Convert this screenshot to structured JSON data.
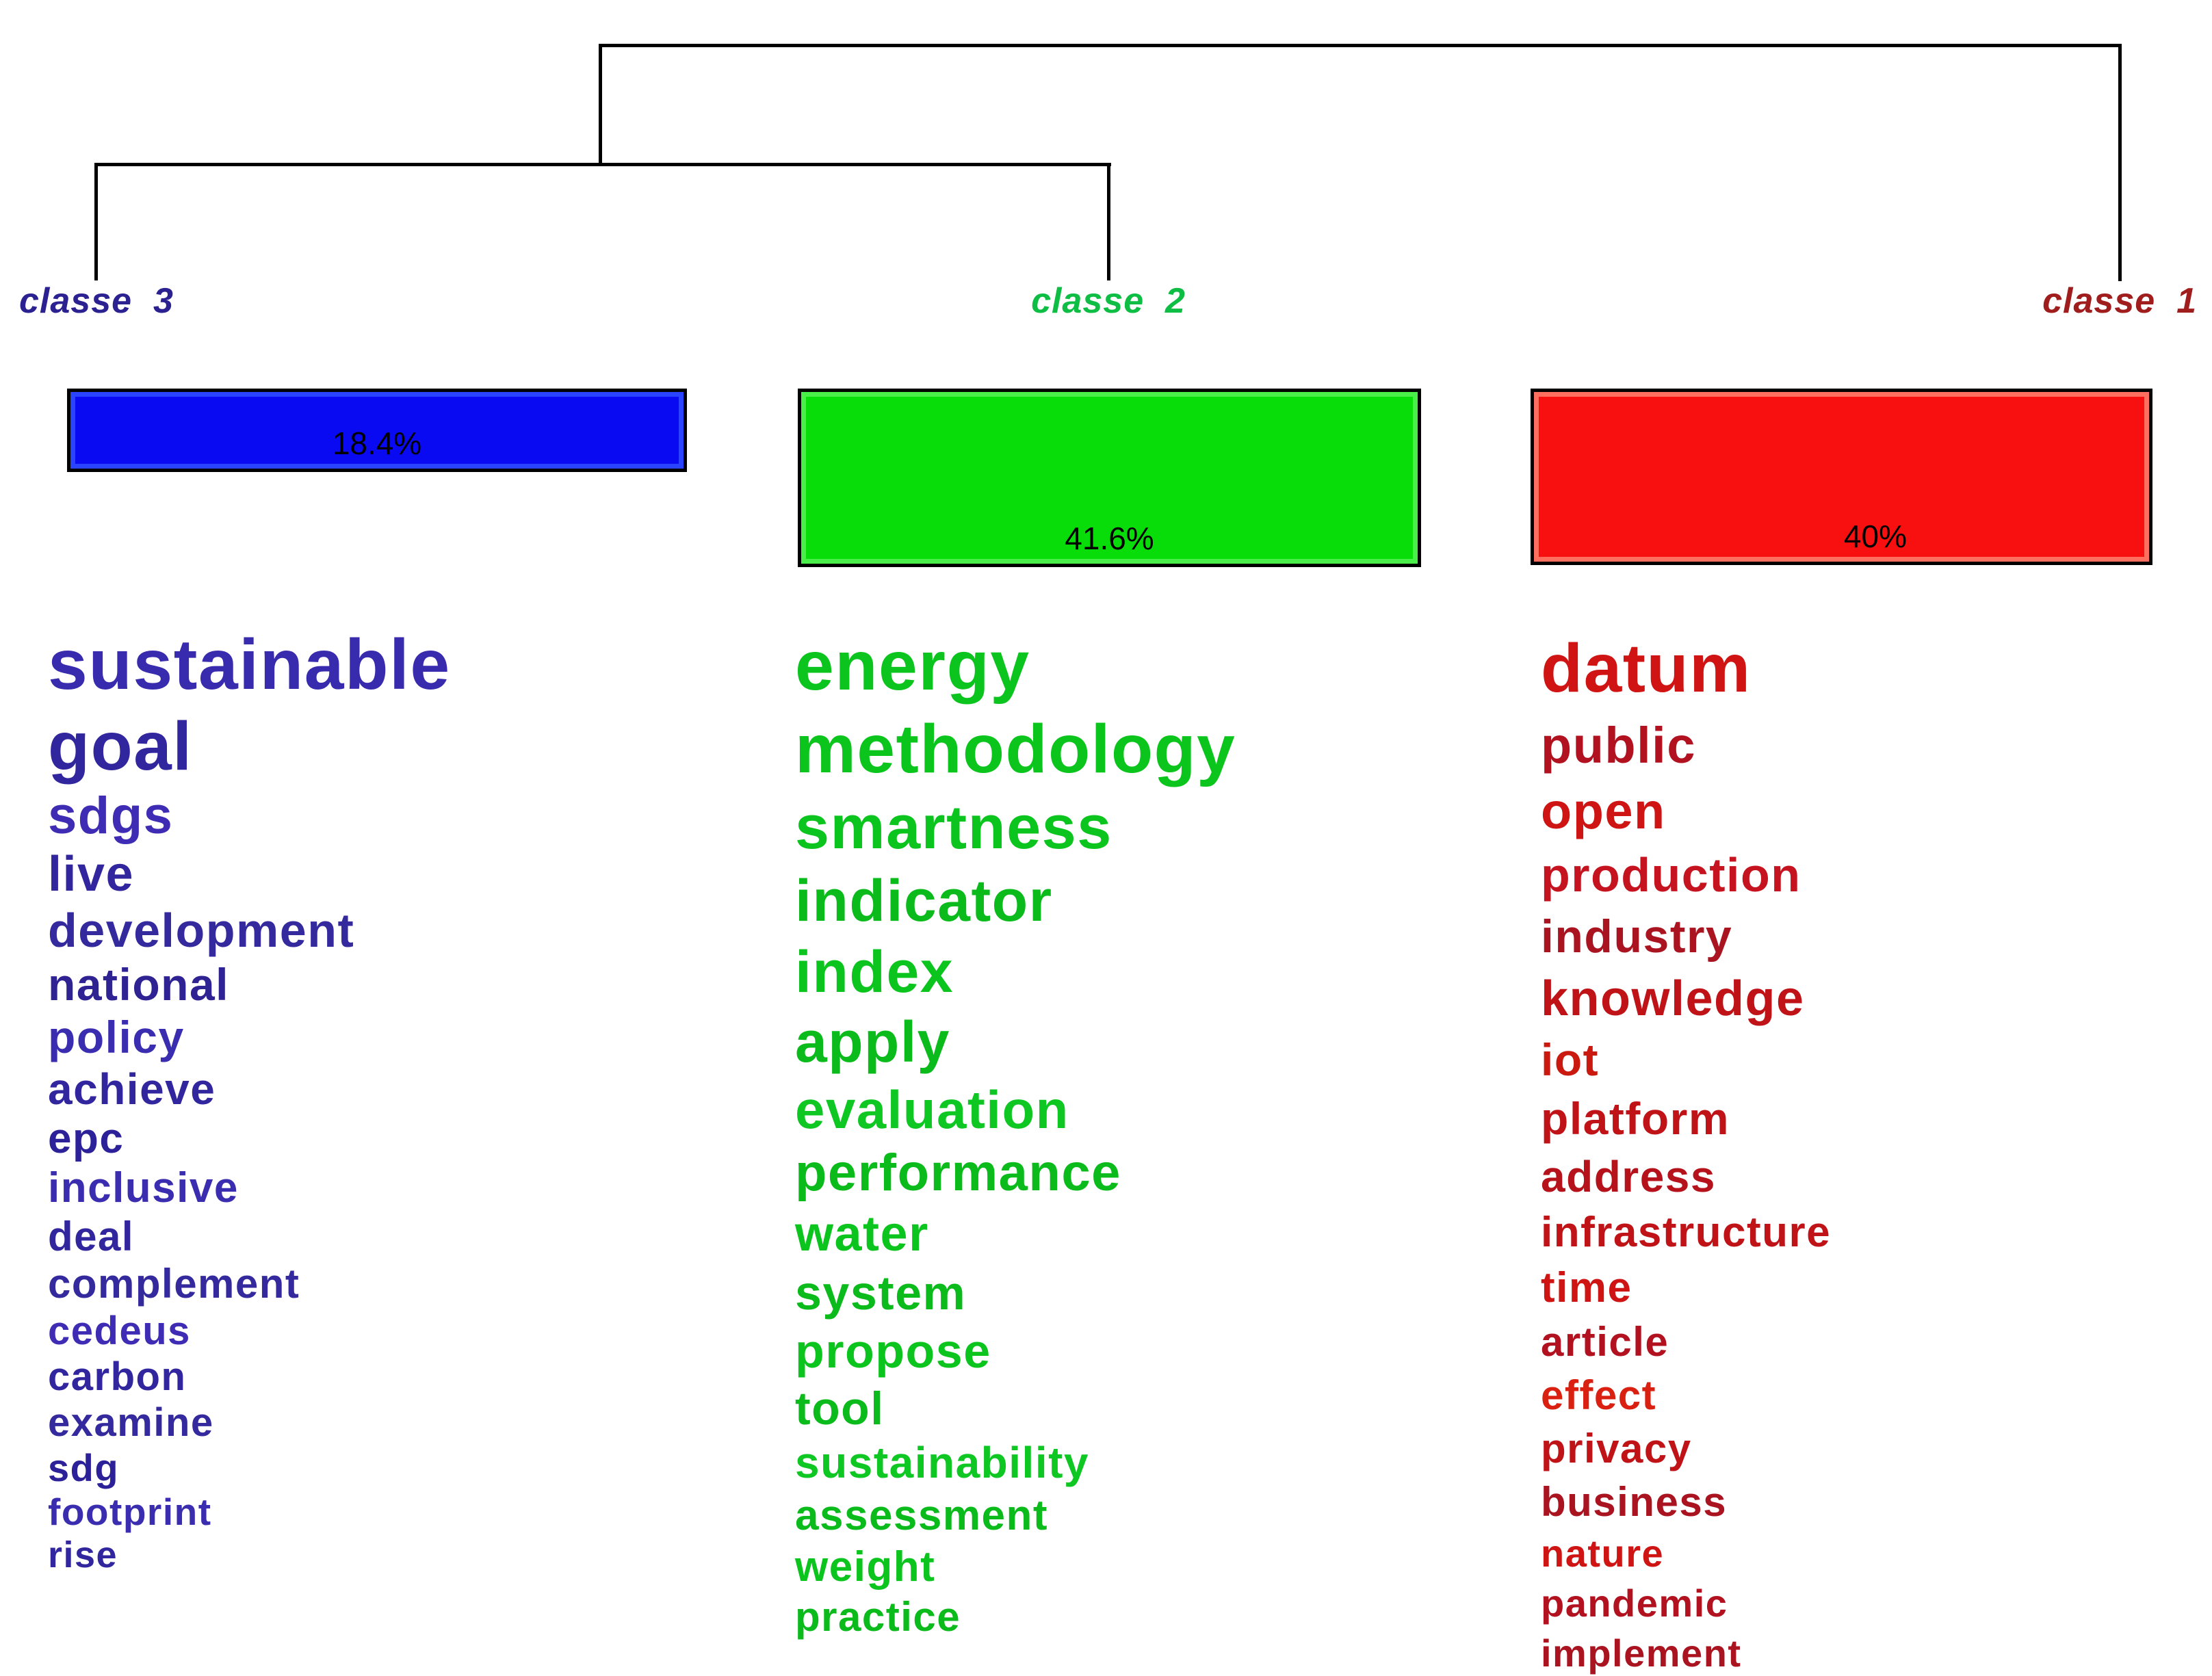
{
  "diagram": {
    "title": "Descending hierarchical classification dendrogram with word clouds",
    "background_color": "#ffffff",
    "dendrogram_line_color": "#000000",
    "percent_text_color": "#000000"
  },
  "chart_data": {
    "type": "dendrogram",
    "categories": [
      "classe 3",
      "classe 2",
      "classe 1"
    ],
    "values": [
      18.4,
      41.6,
      40
    ],
    "value_labels": [
      "18.4%",
      "41.6%",
      "40%"
    ],
    "hierarchy": "((classe 3 , classe 2) , classe 1)",
    "bar_colors": [
      "#0a0af2",
      "#09dd09",
      "#f81010"
    ],
    "legend_position": "none",
    "grid": false
  },
  "classes": [
    {
      "id": "classe-3",
      "label": "classe  3",
      "label_color": "#2b2191",
      "bar_color": "#0a0af2",
      "bar_bevel": "#2a43ff",
      "pct": "18.4%",
      "pct_value": 18.4,
      "words": [
        {
          "t": "sustainable",
          "size": 104,
          "color": "#382bae"
        },
        {
          "t": "goal",
          "size": 100,
          "color": "#32269f"
        },
        {
          "t": "sdgs",
          "size": 76,
          "color": "#3e2cb4"
        },
        {
          "t": "live",
          "size": 72,
          "color": "#32269f"
        },
        {
          "t": "development",
          "size": 70,
          "color": "#342a9e"
        },
        {
          "t": "national",
          "size": 66,
          "color": "#2f2394"
        },
        {
          "t": "policy",
          "size": 66,
          "color": "#3b2db0"
        },
        {
          "t": "achieve",
          "size": 64,
          "color": "#32269f"
        },
        {
          "t": "epc",
          "size": 62,
          "color": "#2c2199"
        },
        {
          "t": "inclusive",
          "size": 62,
          "color": "#3b2db0"
        },
        {
          "t": "deal",
          "size": 60,
          "color": "#32269f"
        },
        {
          "t": "complement",
          "size": 60,
          "color": "#342a9e"
        },
        {
          "t": "cedeus",
          "size": 58,
          "color": "#3e2cb4"
        },
        {
          "t": "carbon",
          "size": 58,
          "color": "#32269f"
        },
        {
          "t": "examine",
          "size": 58,
          "color": "#342a9e"
        },
        {
          "t": "sdg",
          "size": 56,
          "color": "#2c2199"
        },
        {
          "t": "footprint",
          "size": 55,
          "color": "#3b2db0"
        },
        {
          "t": "rise",
          "size": 54,
          "color": "#32269f"
        }
      ]
    },
    {
      "id": "classe-2",
      "label": "classe  2",
      "label_color": "#0ebd43",
      "bar_color": "#09dd09",
      "bar_bevel": "#49ee49",
      "pct": "41.6%",
      "pct_value": 41.6,
      "words": [
        {
          "t": "energy",
          "size": 102,
          "color": "#0cc41e"
        },
        {
          "t": "methodology",
          "size": 100,
          "color": "#0bc51d"
        },
        {
          "t": "smartness",
          "size": 90,
          "color": "#0cc41e"
        },
        {
          "t": "indicator",
          "size": 86,
          "color": "#0abb1b"
        },
        {
          "t": "index",
          "size": 86,
          "color": "#0cc41e"
        },
        {
          "t": "apply",
          "size": 84,
          "color": "#0abb1b"
        },
        {
          "t": "evaluation",
          "size": 78,
          "color": "#0fc723"
        },
        {
          "t": "performance",
          "size": 76,
          "color": "#0abb1b"
        },
        {
          "t": "water",
          "size": 72,
          "color": "#0cc41e"
        },
        {
          "t": "system",
          "size": 70,
          "color": "#0abb1b"
        },
        {
          "t": "propose",
          "size": 70,
          "color": "#0cc41e"
        },
        {
          "t": "tool",
          "size": 68,
          "color": "#0abb1b"
        },
        {
          "t": "sustainability",
          "size": 64,
          "color": "#0fc723"
        },
        {
          "t": "assessment",
          "size": 62,
          "color": "#0abb1b"
        },
        {
          "t": "weight",
          "size": 62,
          "color": "#0cc41e"
        },
        {
          "t": "practice",
          "size": 60,
          "color": "#0abb1b"
        }
      ]
    },
    {
      "id": "classe-1",
      "label": "classe  1",
      "label_color": "#a01d1d",
      "bar_color": "#f81010",
      "bar_bevel": "#ff6f5f",
      "pct": "40%",
      "pct_value": 40,
      "words": [
        {
          "t": "datum",
          "size": 100,
          "color": "#d01313"
        },
        {
          "t": "public",
          "size": 74,
          "color": "#b21220"
        },
        {
          "t": "open",
          "size": 74,
          "color": "#cf1414"
        },
        {
          "t": "production",
          "size": 70,
          "color": "#c61320"
        },
        {
          "t": "industry",
          "size": 68,
          "color": "#aa1420"
        },
        {
          "t": "knowledge",
          "size": 72,
          "color": "#c01318"
        },
        {
          "t": "iot",
          "size": 66,
          "color": "#ca1a10"
        },
        {
          "t": "platform",
          "size": 66,
          "color": "#c01318"
        },
        {
          "t": "address",
          "size": 64,
          "color": "#b5121c"
        },
        {
          "t": "infrastructure",
          "size": 62,
          "color": "#c01318"
        },
        {
          "t": "time",
          "size": 62,
          "color": "#cf1414"
        },
        {
          "t": "article",
          "size": 60,
          "color": "#b21220"
        },
        {
          "t": "effect",
          "size": 60,
          "color": "#d92011"
        },
        {
          "t": "privacy",
          "size": 60,
          "color": "#c01318"
        },
        {
          "t": "business",
          "size": 60,
          "color": "#aa1420"
        },
        {
          "t": "nature",
          "size": 56,
          "color": "#cf1414"
        },
        {
          "t": "pandemic",
          "size": 56,
          "color": "#b21220"
        },
        {
          "t": "implement",
          "size": 56,
          "color": "#aa1420"
        }
      ]
    }
  ]
}
